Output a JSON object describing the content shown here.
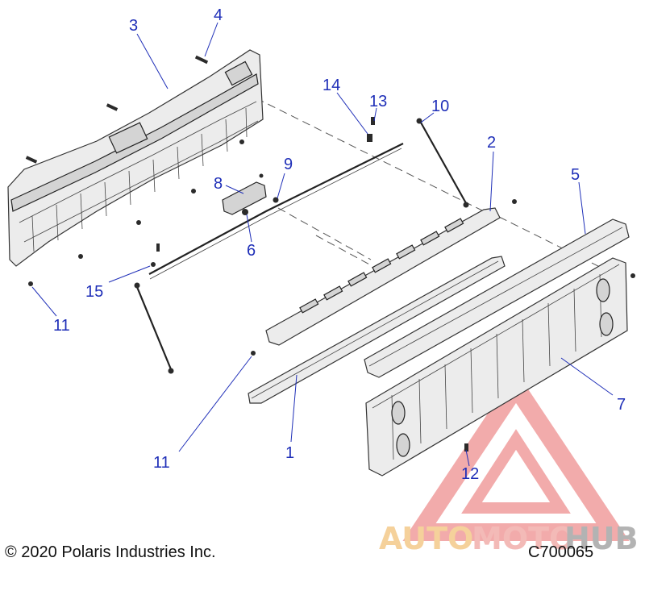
{
  "callouts": [
    {
      "id": "1",
      "label": "1"
    },
    {
      "id": "2",
      "label": "2"
    },
    {
      "id": "3",
      "label": "3"
    },
    {
      "id": "4",
      "label": "4"
    },
    {
      "id": "5",
      "label": "5"
    },
    {
      "id": "6",
      "label": "6"
    },
    {
      "id": "7",
      "label": "7"
    },
    {
      "id": "8",
      "label": "8"
    },
    {
      "id": "9",
      "label": "9"
    },
    {
      "id": "10",
      "label": "10"
    },
    {
      "id": "11a",
      "label": "11"
    },
    {
      "id": "11b",
      "label": "11"
    },
    {
      "id": "12",
      "label": "12"
    },
    {
      "id": "13",
      "label": "13"
    },
    {
      "id": "14",
      "label": "14"
    },
    {
      "id": "15",
      "label": "15"
    }
  ],
  "footer": {
    "copyright": "© 2020 Polaris Industries Inc.",
    "figure_code": "C700065"
  },
  "watermark": {
    "word_1": "AUTO",
    "word_2": "MOTO",
    "word_3": "HUB",
    "colors": {
      "auto": "#f2c27a",
      "moto": "#f0a3a0",
      "hub": "#9a9a9a",
      "triangle": "#ee8f8f"
    }
  },
  "colors": {
    "callout": "#1f2fb8",
    "linework": "#333333"
  }
}
